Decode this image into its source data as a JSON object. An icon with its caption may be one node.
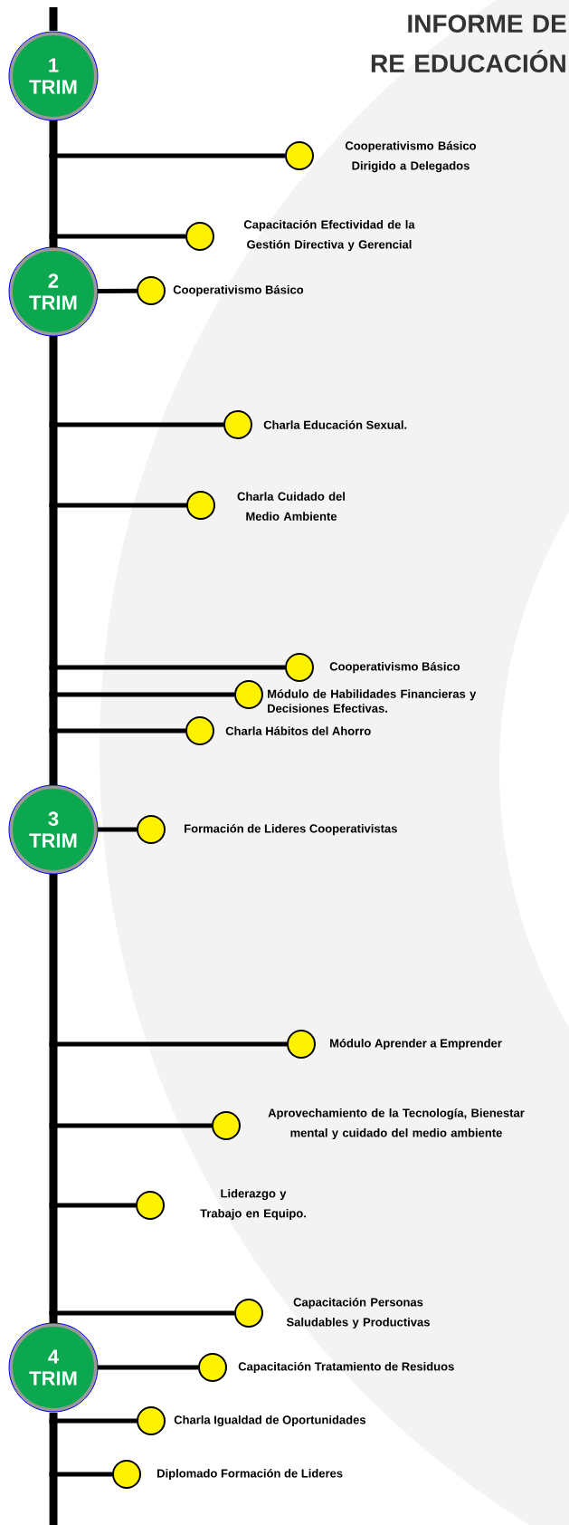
{
  "diagram": {
    "title": "INFORME DE RE EDUCACIÓN",
    "nodes": [
      {
        "text": [
          "1 TRIM"
        ]
      },
      {
        "text": [],
        "shape": "circle",
        "beside": [
          "Cooperativismo Básico Dirigido a Delegados"
        ]
      },
      {
        "text": [],
        "shape": "circle",
        "beside": [
          "Capacitación Efectividad de la Gestión Directiva y Gerencial"
        ]
      },
      {
        "text": [
          "2 TRIM"
        ]
      },
      {
        "text": [],
        "shape": "circle",
        "beside": [
          "Cooperativismo Básico"
        ]
      },
      {
        "text": [],
        "shape": "circle",
        "beside": [
          "Charla Educación Sexual."
        ]
      },
      {
        "text": [],
        "shape": "circle",
        "beside": [
          "Charla Cuidado del Medio Ambiente"
        ]
      },
      {
        "text": [],
        "shape": "circle",
        "beside": [
          "Cooperativismo Básico"
        ]
      },
      {
        "text": [],
        "shape": "circle",
        "beside": [
          "Módulo de Habilidades Financieras y Decisiones Efectivas."
        ]
      },
      {
        "text": [],
        "shape": "circle",
        "beside": [
          "Charla Hábitos del Ahorro"
        ]
      },
      {
        "text": [
          "3 TRIM"
        ]
      },
      {
        "text": [],
        "shape": "circle",
        "beside": [
          "Formación de Lideres Cooperativistas"
        ]
      },
      {
        "text": [],
        "shape": "circle",
        "beside": [
          "Módulo Aprender a Emprender"
        ]
      },
      {
        "text": [],
        "shape": "circle",
        "beside": [
          "Aprovechamiento de la Tecnología, Bienestar mental y cuidado del medio ambiente"
        ]
      },
      {
        "text": [],
        "shape": "circle",
        "beside": [
          "Liderazgo y Trabajo en Equipo."
        ]
      },
      {
        "text": [],
        "shape": "circle",
        "beside": [
          "Capacitación Personas Saludables y Productivas"
        ]
      },
      {
        "text": [
          "4 TRIM"
        ]
      },
      {
        "text": [],
        "shape": "circle",
        "beside": [
          "Capacitación Tratamiento de Residuos"
        ]
      },
      {
        "text": [],
        "shape": "circle",
        "beside": [
          "Charla Igualdad de Oportunidades"
        ]
      },
      {
        "text": [],
        "shape": "circle",
        "beside": [
          "Diplomado Formación de Lideres"
        ]
      }
    ],
    "edges": [
      {
        "from": 0,
        "to": 3,
        "arrow": "none",
        "style": "thick"
      },
      {
        "from": 3,
        "to": 10,
        "arrow": "none",
        "style": "thick"
      },
      {
        "from": 10,
        "to": 16,
        "arrow": "none",
        "style": "thick"
      },
      {
        "from": null,
        "to": 1,
        "arrow": "none"
      },
      {
        "from": 3,
        "to": 2,
        "arrow": "none"
      },
      {
        "from": 3,
        "to": 4,
        "arrow": "none"
      },
      {
        "from": null,
        "to": 5,
        "arrow": "none"
      },
      {
        "from": null,
        "to": 6,
        "arrow": "none"
      },
      {
        "from": null,
        "to": 7,
        "arrow": "none"
      },
      {
        "from": null,
        "to": 8,
        "arrow": "none"
      },
      {
        "from": null,
        "to": 9,
        "arrow": "none"
      },
      {
        "from": 10,
        "to": 11,
        "arrow": "none"
      },
      {
        "from": null,
        "to": 12,
        "arrow": "none"
      },
      {
        "from": null,
        "to": 13,
        "arrow": "none"
      },
      {
        "from": null,
        "to": 14,
        "arrow": "none"
      },
      {
        "from": 16,
        "to": 15,
        "arrow": "none"
      },
      {
        "from": 16,
        "to": 17,
        "arrow": "none"
      },
      {
        "from": 16,
        "to": 18,
        "arrow": "none"
      },
      {
        "from": null,
        "to": 19,
        "arrow": "none"
      }
    ]
  }
}
